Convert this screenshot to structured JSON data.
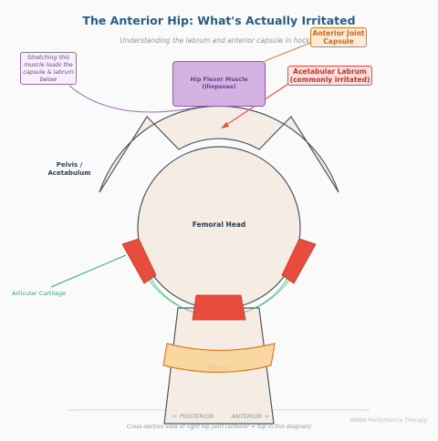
{
  "title": "The Anterior Hip: What's Actually Irritated",
  "subtitle": "Understanding the labrum and anterior capsule in hockey",
  "labels": {
    "stretch_note": "Stretching this muscle loads the capsule & labrum below",
    "hip_flexor": "Hip Flexor Muscle (Iliopsoas)",
    "anterior_capsule": "Anterior Joint Capsule",
    "acetabular_labrum": "Acetabular Labrum (commonly irritated)",
    "pelvis": "Pelvis / Acetabulum",
    "articular_cartilage": "Articular Cartilage",
    "femoral_head": "Femoral Head",
    "femur": "Femur"
  },
  "directions": {
    "posterior": "← POSTERIOR",
    "anterior": "ANTERIOR →"
  },
  "caption": "Cross-section view of right hip joint (anterior = top in this diagram)",
  "credit": "MANA Performance Therapy",
  "colors": {
    "title": "#2a5d84",
    "bone": "#f5ede3",
    "outline": "#4a5866",
    "labrum": "#e74c3c",
    "cartilage": "#d5f5e3",
    "muscle": "#d4b3e2",
    "capsule": "#fad7a0"
  }
}
